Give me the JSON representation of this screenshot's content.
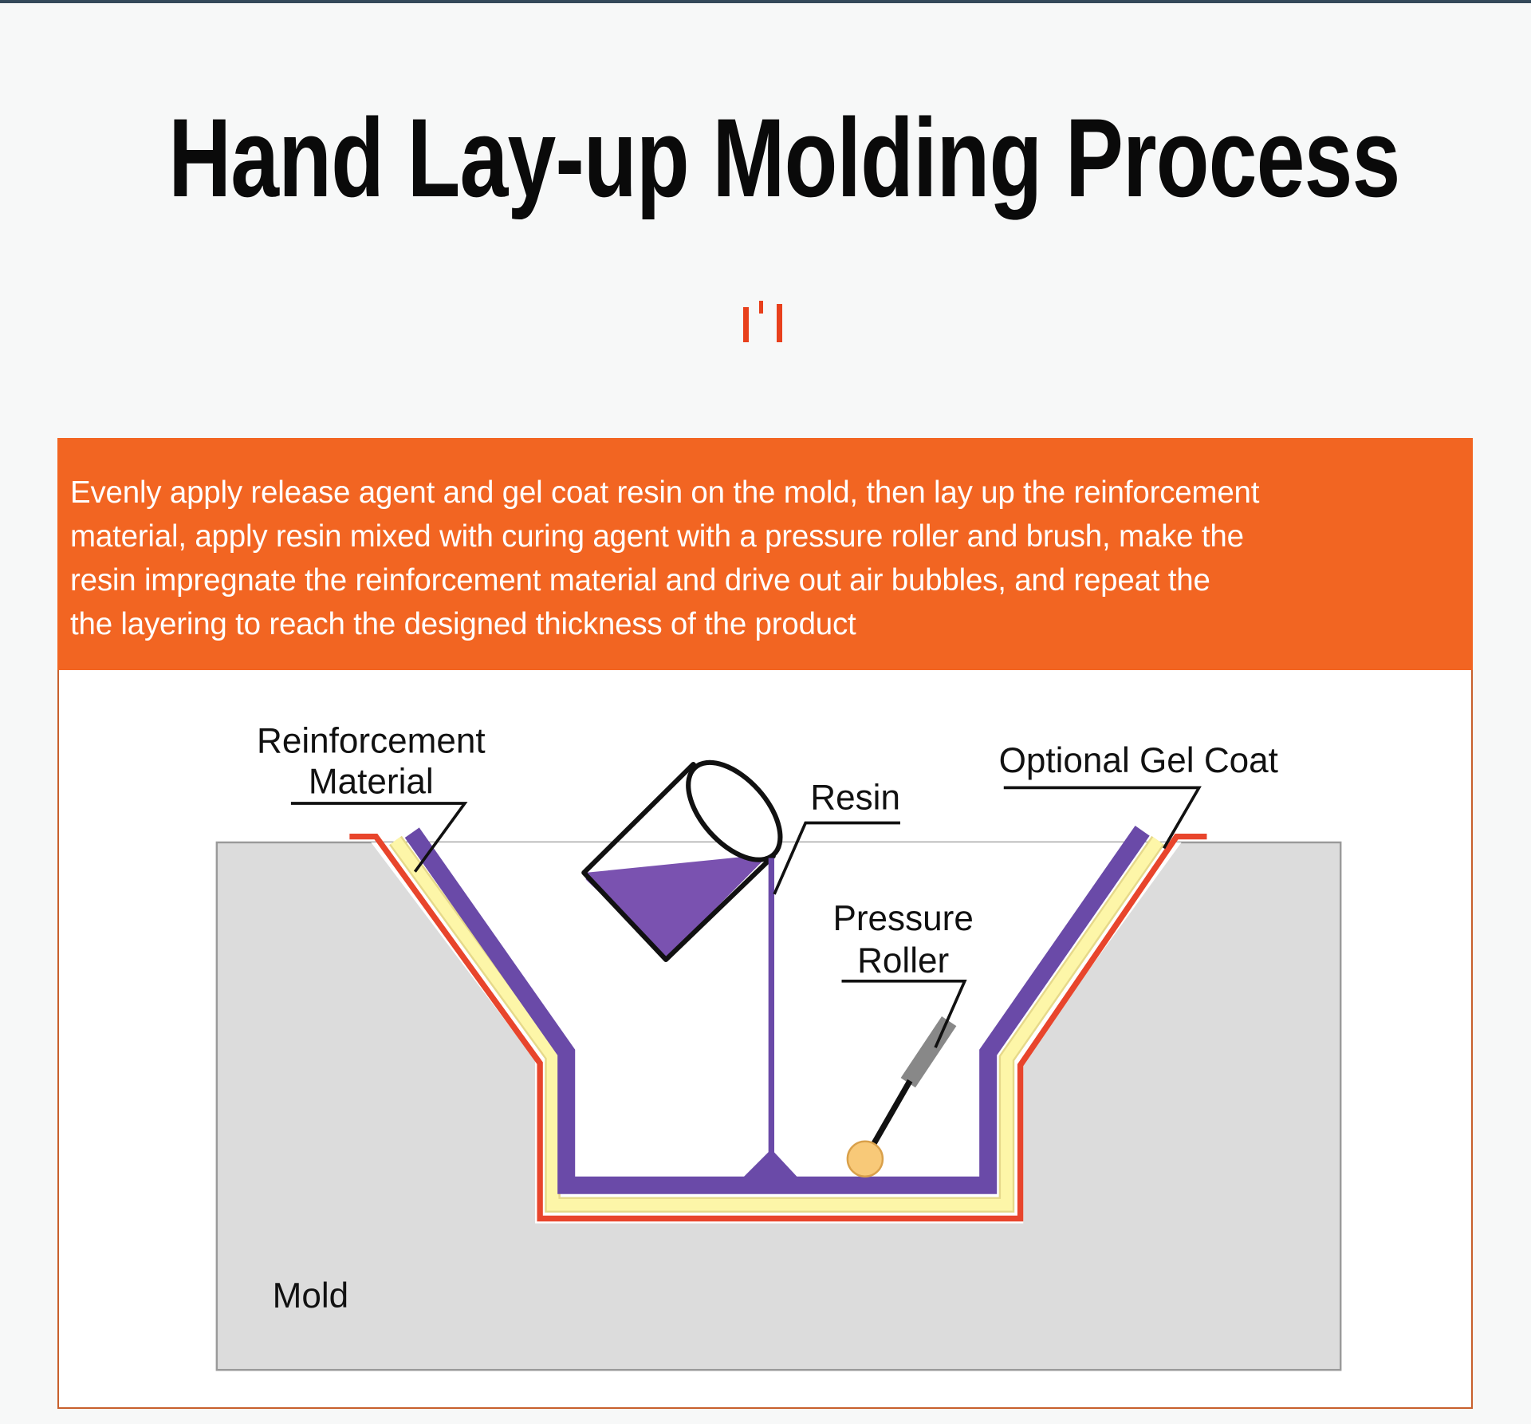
{
  "title": "Hand Lay-up Molding Process",
  "description_lines": [
    "Evenly apply release agent and gel coat resin on the mold, then lay up the reinforcement",
    "material, apply resin mixed with curing agent with a pressure roller and brush, make the",
    "resin impregnate the reinforcement material and drive out air bubbles, and repeat the",
    "the layering to reach the designed thickness of the product"
  ],
  "labels": {
    "reinforcement_1": "Reinforcement",
    "reinforcement_2": "Material",
    "resin": "Resin",
    "pressure_1": "Pressure",
    "pressure_2": "Roller",
    "gel_coat": "Optional Gel Coat",
    "mold": "Mold"
  },
  "colors": {
    "accent": "#f26522",
    "resin": "#6a4aa8",
    "gel_coat": "#e8452c",
    "reinforcement": "#fdf6a8",
    "mold": "#dcdcdc"
  }
}
